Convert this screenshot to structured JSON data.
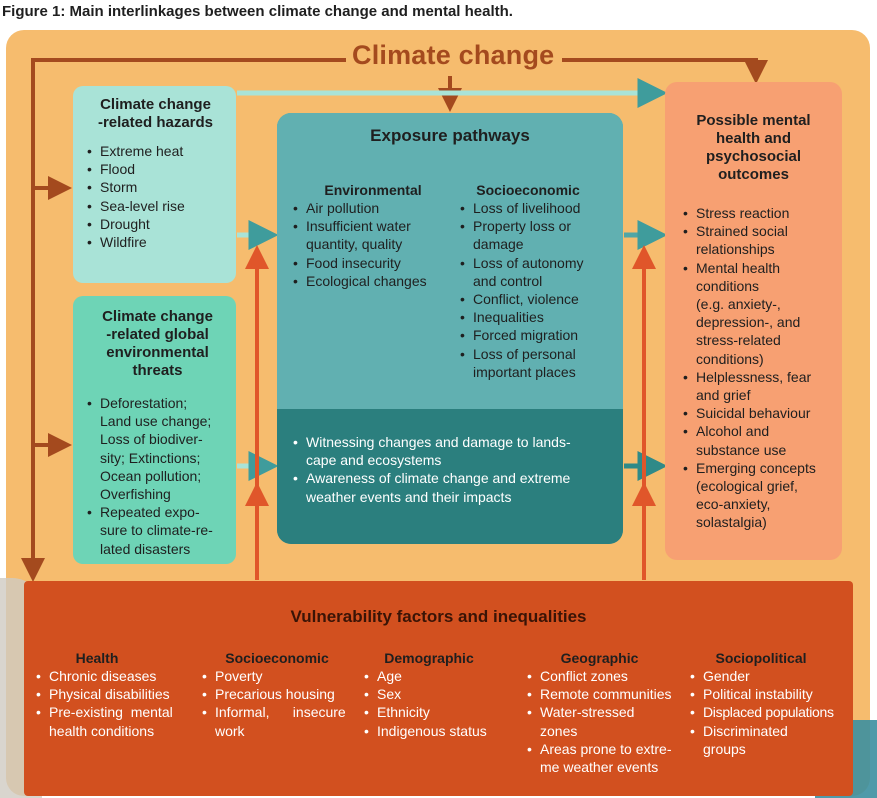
{
  "figure_title": "Figure 1: Main interlinkages between climate change and mental health.",
  "climate_change": "Climate change",
  "hazards": {
    "title": "Climate change -related hazards",
    "items": [
      "Extreme heat",
      "Flood",
      "Storm",
      "Sea-level rise",
      "Drought",
      "Wildfire"
    ]
  },
  "threats": {
    "title": "Climate change -related global environmental threats",
    "items": [
      "Deforestation; Land use change; Loss of biodiver-sity; Extinctions; Ocean pollution; Overfishing",
      "Repeated expo-sure to climate-re-lated disasters"
    ]
  },
  "exposure": {
    "title": "Exposure pathways",
    "environmental": {
      "title": "Environmental",
      "items": [
        "Air pollution",
        "Insufficient water quantity, quality",
        "Food insecurity",
        "Ecological changes"
      ]
    },
    "socioeconomic": {
      "title": "Socioeconomic",
      "items": [
        "Loss of livelihood",
        "Property loss or damage",
        "Loss of autonomy and control",
        "Conflict, violence",
        "Inequalities",
        "Forced migration",
        "Loss of personal important places"
      ]
    },
    "bottom_items": [
      "Witnessing changes and damage to lands-cape and ecosystems",
      "Awareness of climate change and extreme weather events and their impacts"
    ]
  },
  "outcomes": {
    "title": "Possible mental health and psychosocial outcomes",
    "items": [
      "Stress reaction",
      "Strained social relationships",
      "Mental health conditions (e.g. anxiety-, depression-, and stress-related conditions)",
      "Helplessness, fear and grief",
      "Suicidal behaviour",
      "Alcohol and substance use",
      "Emerging concepts (ecological grief, eco-anxiety, solastalgia)"
    ]
  },
  "vulnerability": {
    "title": "Vulnerability factors and inequalities",
    "health": {
      "title": "Health",
      "items": [
        "Chronic diseases",
        "Physical disabilities",
        "Pre-existing mental health conditions"
      ]
    },
    "socioeconomic": {
      "title": "Socioeconomic",
      "items": [
        "Poverty",
        "Precarious housing",
        "Informal, insecure work"
      ]
    },
    "demographic": {
      "title": "Demographic",
      "items": [
        "Age",
        "Sex",
        "Ethnicity",
        "Indigenous status"
      ]
    },
    "geographic": {
      "title": "Geographic",
      "items": [
        "Conflict zones",
        "Remote communities",
        "Water-stressed zones",
        "Areas prone to extre-me weather events"
      ]
    },
    "sociopolitical": {
      "title": "Sociopolitical",
      "items": [
        "Gender",
        "Political instability",
        "Displaced populations",
        "Discriminated groups"
      ]
    }
  },
  "colors": {
    "background": "#f6bc6e",
    "brown_arrow": "#a44a1e",
    "hazards": "#a9e3d7",
    "threats": "#6ed4b6",
    "exposure_top": "#61b0b1",
    "exposure_bottom": "#2b7f7e",
    "outcomes": "#f7a072",
    "vulnerability": "#d2501f",
    "red_arrow": "#e0562a",
    "teal_arrow": "#3f9c9c"
  }
}
